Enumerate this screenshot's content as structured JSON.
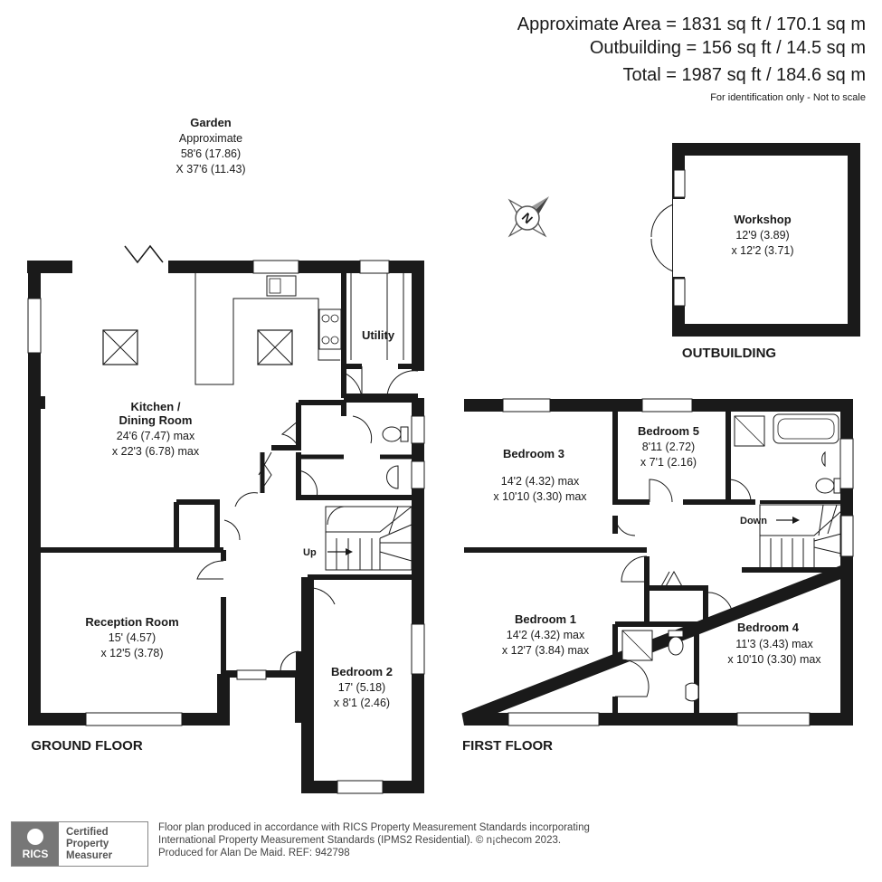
{
  "areas": {
    "approx_area": "Approximate Area = 1831 sq ft / 170.1 sq m",
    "outbuilding": "Outbuilding = 156 sq ft / 14.5 sq m",
    "total": "Total = 1987 sq ft / 184.6 sq m",
    "disclaimer": "For identification only - Not to scale"
  },
  "garden": {
    "name": "Garden",
    "line1": "Approximate",
    "line2": "58'6 (17.86)",
    "line3": "X 37'6 (11.43)"
  },
  "compass": {
    "letter": "N"
  },
  "outbuilding": {
    "label": "OUTBUILDING",
    "room_name": "Workshop",
    "dim1": "12'9 (3.89)",
    "dim2": "x 12'2 (3.71)"
  },
  "ground_floor": {
    "label": "GROUND FLOOR",
    "kitchen": {
      "name1": "Kitchen /",
      "name2": "Dining Room",
      "dim1": "24'6 (7.47) max",
      "dim2": "x 22'3 (6.78) max"
    },
    "utility": {
      "name": "Utility"
    },
    "reception": {
      "name": "Reception Room",
      "dim1": "15' (4.57)",
      "dim2": "x 12'5 (3.78)"
    },
    "bedroom2": {
      "name": "Bedroom 2",
      "dim1": "17' (5.18)",
      "dim2": "x 8'1 (2.46)"
    },
    "stairs": "Up"
  },
  "first_floor": {
    "label": "FIRST FLOOR",
    "bedroom3": {
      "name": "Bedroom 3",
      "dim1": "14'2 (4.32) max",
      "dim2": "x 10'10 (3.30) max"
    },
    "bedroom5": {
      "name": "Bedroom 5",
      "dim1": "8'11 (2.72)",
      "dim2": "x 7'1 (2.16)"
    },
    "bedroom1": {
      "name": "Bedroom 1",
      "dim1": "14'2 (4.32) max",
      "dim2": "x 12'7 (3.84) max"
    },
    "bedroom4": {
      "name": "Bedroom 4",
      "dim1": "11'3 (3.43) max",
      "dim2": "x 10'10 (3.30) max"
    },
    "stairs": "Down"
  },
  "footer": {
    "badge_logo": "RICS",
    "badge_line1": "Certified",
    "badge_line2": "Property",
    "badge_line3": "Measurer",
    "line1": "Floor plan produced in accordance with RICS Property Measurement Standards incorporating",
    "line2": "International Property Measurement Standards (IPMS2 Residential).  © n¡checom 2023.",
    "line3": "Produced for Alan De Maid.   REF: 942798"
  },
  "colors": {
    "wall": "#1a1a1a",
    "window": "#ffffff",
    "text": "#1a1a1a"
  }
}
